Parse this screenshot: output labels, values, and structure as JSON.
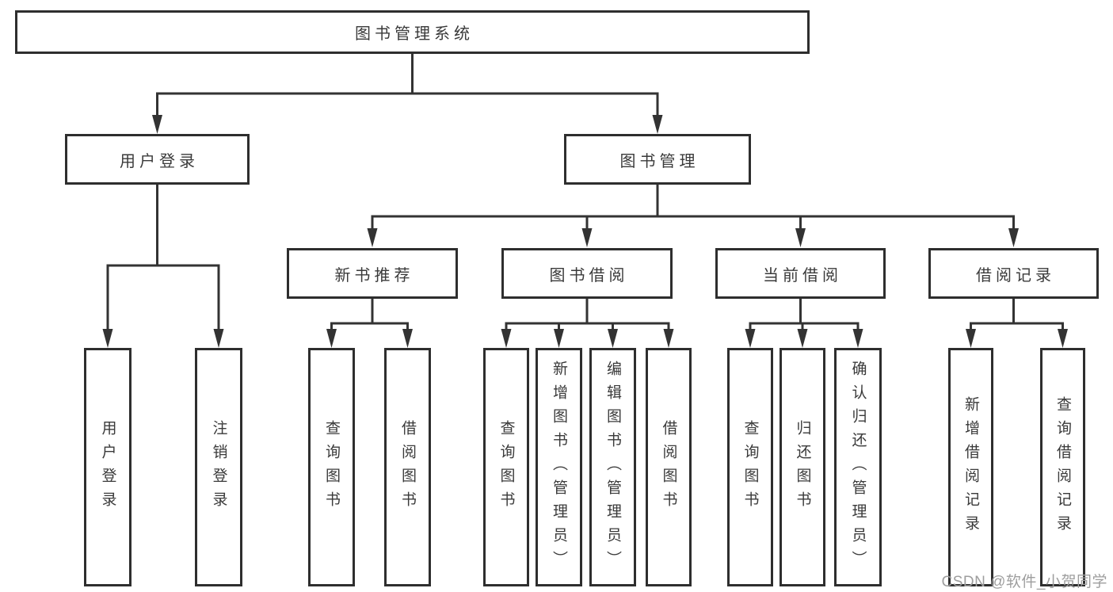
{
  "diagram": {
    "root": {
      "label": "图书管理系统"
    },
    "branches": [
      {
        "label": "用户登录",
        "children": [
          {
            "label": "用户登录"
          },
          {
            "label": "注销登录"
          }
        ]
      },
      {
        "label": "图书管理",
        "children": [
          {
            "label": "新书推荐",
            "children": [
              {
                "label": "查询图书"
              },
              {
                "label": "借阅图书"
              }
            ]
          },
          {
            "label": "图书借阅",
            "children": [
              {
                "label": "查询图书"
              },
              {
                "label": "新增图书（管理员）"
              },
              {
                "label": "编辑图书（管理员）"
              },
              {
                "label": "借阅图书"
              }
            ]
          },
          {
            "label": "当前借阅",
            "children": [
              {
                "label": "查询图书"
              },
              {
                "label": "归还图书"
              },
              {
                "label": "确认归还（管理员）"
              }
            ]
          },
          {
            "label": "借阅记录",
            "children": [
              {
                "label": "新增借阅记录"
              },
              {
                "label": "查询借阅记录"
              }
            ]
          }
        ]
      }
    ]
  },
  "watermark": {
    "text": "CSDN @软件_小贺同学"
  },
  "colors": {
    "background": "#ffffff",
    "line": "#333333",
    "box_border": "#2e2e2e",
    "text": "#3a3a3a",
    "watermark": "#9e9e9e"
  }
}
